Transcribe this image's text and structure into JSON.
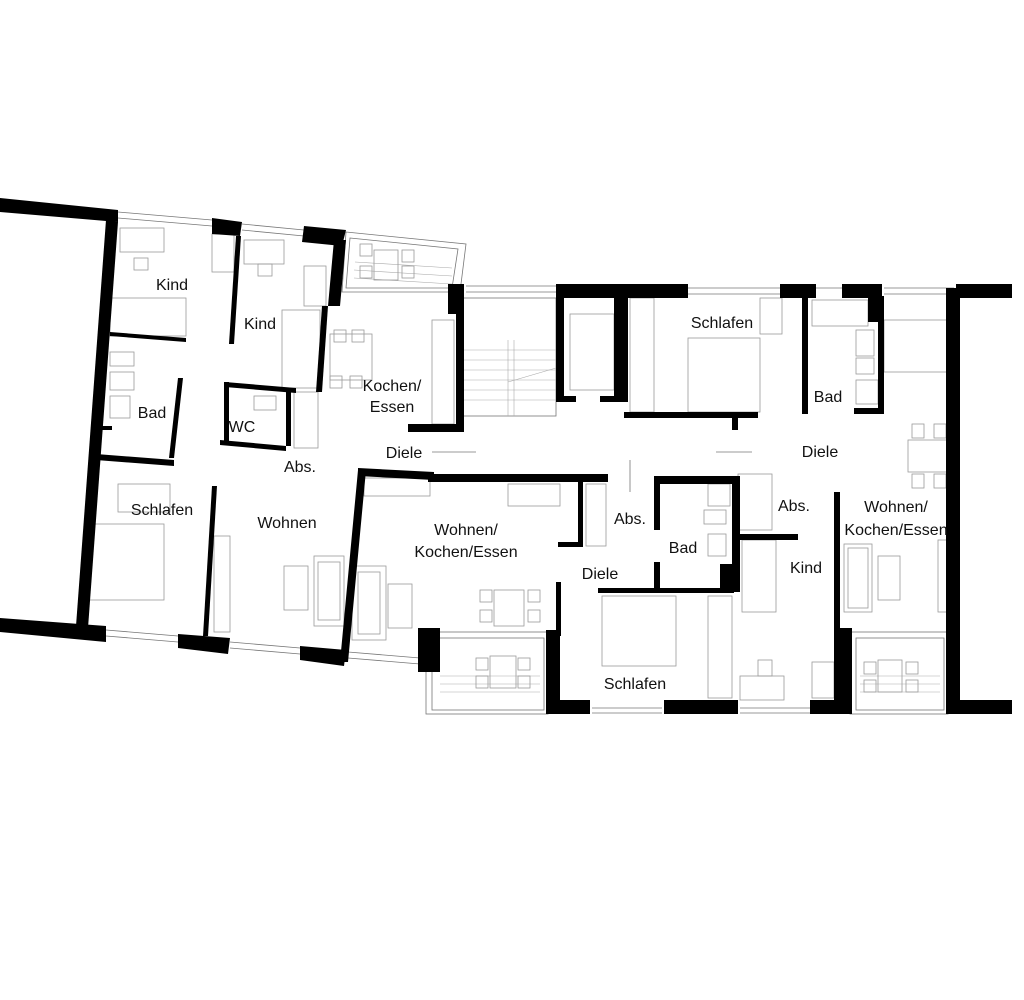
{
  "rooms": [
    {
      "id": "left-kind-1",
      "lines": [
        "Kind"
      ]
    },
    {
      "id": "left-kind-2",
      "lines": [
        "Kind"
      ]
    },
    {
      "id": "left-bad",
      "lines": [
        "Bad"
      ]
    },
    {
      "id": "left-wc",
      "lines": [
        "WC"
      ]
    },
    {
      "id": "left-kochen-essen",
      "lines": [
        "Kochen/",
        "Essen"
      ]
    },
    {
      "id": "left-diele",
      "lines": [
        "Diele"
      ]
    },
    {
      "id": "left-abs",
      "lines": [
        "Abs."
      ]
    },
    {
      "id": "left-schlafen",
      "lines": [
        "Schlafen"
      ]
    },
    {
      "id": "left-wohnen",
      "lines": [
        "Wohnen"
      ]
    },
    {
      "id": "mid-wohnen-kochen-essen",
      "lines": [
        "Wohnen/",
        "Kochen/Essen"
      ]
    },
    {
      "id": "mid-abs",
      "lines": [
        "Abs."
      ]
    },
    {
      "id": "mid-bad",
      "lines": [
        "Bad"
      ]
    },
    {
      "id": "mid-diele",
      "lines": [
        "Diele"
      ]
    },
    {
      "id": "mid-schlafen",
      "lines": [
        "Schlafen"
      ]
    },
    {
      "id": "right-schlafen",
      "lines": [
        "Schlafen"
      ]
    },
    {
      "id": "right-bad",
      "lines": [
        "Bad"
      ]
    },
    {
      "id": "right-diele",
      "lines": [
        "Diele"
      ]
    },
    {
      "id": "right-abs",
      "lines": [
        "Abs."
      ]
    },
    {
      "id": "right-kind",
      "lines": [
        "Kind"
      ]
    },
    {
      "id": "right-wohnen-kochen-essen",
      "lines": [
        "Wohnen/",
        "Kochen/Essen"
      ]
    }
  ]
}
